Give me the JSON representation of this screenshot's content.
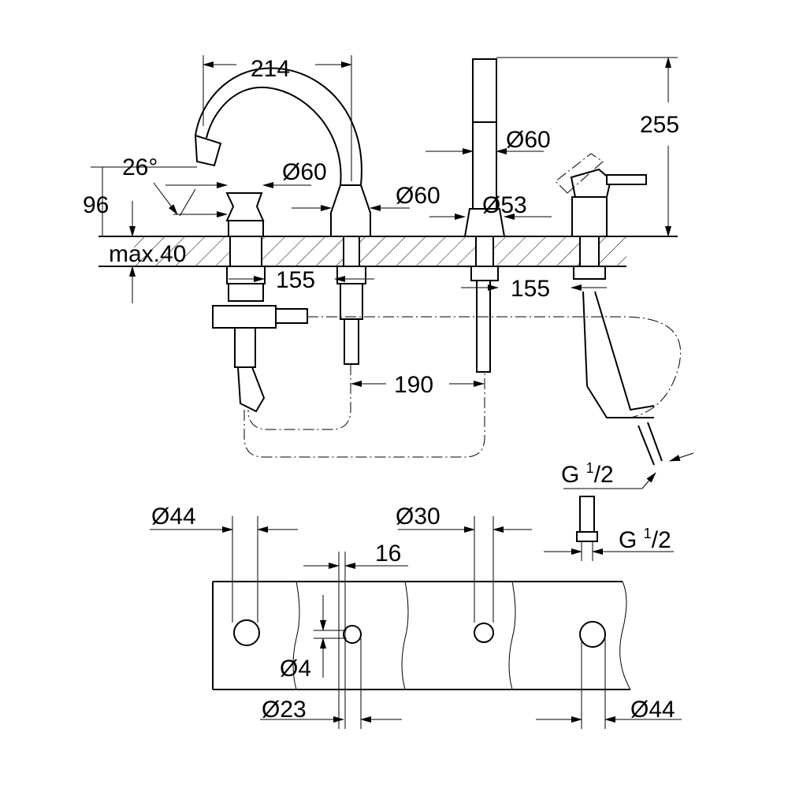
{
  "drawing": {
    "top_view_dims": {
      "width_214": "214",
      "height_255": "255",
      "angle_26": "26°",
      "dia_60_a": "Ø60",
      "dia_60_b": "Ø60",
      "dia_60_c": "Ø60",
      "height_96": "96",
      "dia_53": "Ø53",
      "max_40": "max.40",
      "spacing_155_left": "155",
      "spacing_155_right": "155",
      "spacing_190": "190",
      "thread_upper": {
        "base": "G ",
        "num": "1",
        "den": "/2"
      }
    },
    "plan_view_dims": {
      "dia_44_left": "Ø44",
      "dia_30": "Ø30",
      "dim_16": "16",
      "thread_lower": {
        "base": "G ",
        "num": "1",
        "den": "/2"
      },
      "dia_4": "Ø4",
      "dia_23": "Ø23",
      "dia_44_right": "Ø44"
    }
  }
}
